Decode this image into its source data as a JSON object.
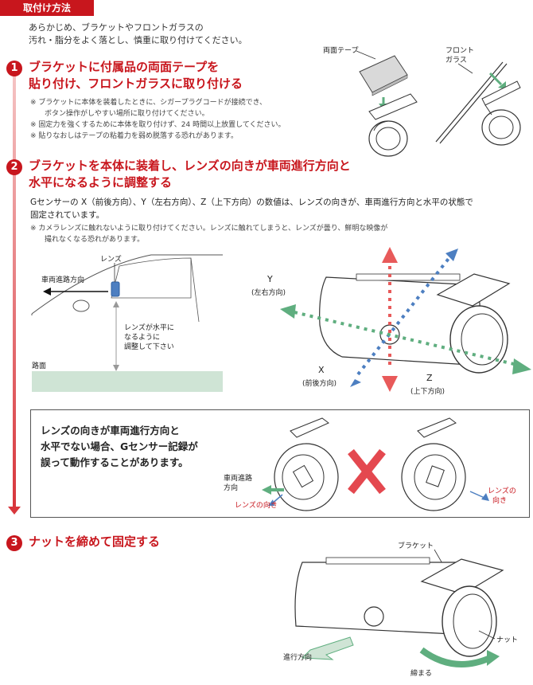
{
  "header": {
    "tag": "取付け方法"
  },
  "intro": [
    "あらかじめ、ブラケットやフロントガラスの",
    "汚れ・脂分をよく落とし、慎重に取り付けてください。"
  ],
  "step1": {
    "number": "1",
    "title_lines": [
      "ブラケットに付属品の両面テープを",
      "貼り付け、フロントガラスに取り付ける"
    ],
    "notes": [
      "※ ブラケットに本体を装着したときに、シガープラグコードが接続でき、",
      "　　ボタン操作がしやすい場所に取り付けてください。",
      "※ 固定力を強くするために本体を取り付けず、24 時間以上放置してください。",
      "※ 貼りなおしはテープの粘着力を弱め脱落する恐れがあります。"
    ],
    "labels": {
      "tape": "両面テープ",
      "glass_1": "フロント",
      "glass_2": "ガラス"
    }
  },
  "step2": {
    "number": "2",
    "title_lines": [
      "ブラケットを本体に装着し、レンズの向きが車両進行方向と",
      "水平になるように調整する"
    ],
    "body": [
      "Gセンサーの X（前後方向）、Y（左右方向）、Z（上下方向）の数値は、レンズの向きが、車両進行方向と水平の状態で",
      "固定されています。"
    ],
    "notes": [
      "※ カメラレンズに触れないように取り付けてください。レンズに触れてしまうと、レンズが曇り、鮮明な映像が",
      "　　撮れなくなる恐れがあります。"
    ],
    "car": {
      "lens": "レンズ",
      "direction": "車両進路方向",
      "level_1": "レンズが水平に",
      "level_2": "なるように",
      "level_3": "調整して下さい",
      "road": "路面"
    },
    "axes": {
      "y": "Y",
      "y_sub": "(左右方向)",
      "x": "X",
      "x_sub": "(前後方向)",
      "z": "Z",
      "z_sub": "(上下方向)"
    },
    "warning": {
      "lines": [
        "レンズの向きが車両進行方向と",
        "水平でない場合、Gセンサー記録が",
        "誤って動作することがあります。"
      ],
      "dir_1": "車両進路",
      "dir_2": "方向",
      "lens_dir": "レンズの向き",
      "lens_dir2_1": "レンズの",
      "lens_dir2_2": "向き"
    }
  },
  "step3": {
    "number": "3",
    "title": "ナットを締めて固定する",
    "labels": {
      "bracket": "ブラケット",
      "nut": "ナット",
      "direction": "進行方向",
      "tighten": "締まる"
    }
  },
  "colors": {
    "accent": "#c8161d",
    "red_arrow": "#e85a5a",
    "blue_arrow": "#4d7fc1",
    "green_arrow": "#5fae7f"
  }
}
